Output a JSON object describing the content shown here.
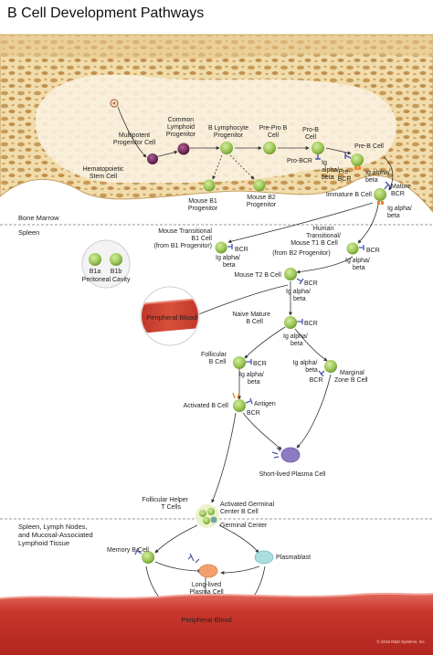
{
  "title": "B Cell Development Pathways",
  "regions": {
    "bone_marrow": "Bone Marrow",
    "spleen": "Spleen",
    "lymphoid": [
      "Spleen, Lymph Nodes,",
      "and Mucosal-Associated",
      "Lymphoid Tissue"
    ]
  },
  "labels": {
    "hsc": [
      "Hematopoietic",
      "Stem Cell"
    ],
    "mpp": [
      "Multipotent",
      "Progenitor Cell"
    ],
    "clp": [
      "Common",
      "Lymphoid",
      "Progenitor"
    ],
    "blp": [
      "B Lymphocyte",
      "Progenitor"
    ],
    "preprob": [
      "Pre-Pro B",
      "Cell"
    ],
    "prob": [
      "Pro-B",
      "Cell"
    ],
    "preb": "Pre-B Cell",
    "pro_bcr": "Pro-BCR",
    "ig_ab": [
      "Ig",
      "alpha/",
      "beta"
    ],
    "pre_bcr": [
      "Pre-",
      "BCR"
    ],
    "ig_ab2": [
      "Ig alpha/",
      "beta"
    ],
    "b1prog": [
      "Mouse B1",
      "Progenitor"
    ],
    "b2prog": [
      "Mouse B2",
      "Progenitor"
    ],
    "mature_bcr": [
      "Mature",
      "BCR"
    ],
    "immature": "Immature B Cell",
    "ig_ab3": [
      "Ig alpha/",
      "beta"
    ],
    "b1a": "B1a",
    "b1b": "B1b",
    "peritoneal": "Peritoneal Cavity",
    "mouse_t1": [
      "Mouse Transitional",
      "B1 Cell",
      "(from B1 Progenitor)"
    ],
    "human_t1": [
      "Human",
      "Transitional/",
      "Mouse T1 B Cell",
      "(from B2 Progenitor)"
    ],
    "bcr": "BCR",
    "ig_ab4": [
      "Ig alpha/",
      "beta"
    ],
    "t2": "Mouse T2 B Cell",
    "peripheral1": "Peripheral Blood",
    "naive": [
      "Naive Mature",
      "B Cell"
    ],
    "follicular": [
      "Follicular",
      "B Cell"
    ],
    "marginal": [
      "Marginal",
      "Zone B Cell"
    ],
    "activated": "Activated B Cell",
    "antigen": "Antigen",
    "plasma_short": "Short-lived Plasma Cell",
    "tfh": [
      "Follicular Helper",
      "T Cells"
    ],
    "gc_b": [
      "Activated Germinal",
      "Center B Cell"
    ],
    "gc": "Germinal Center",
    "memory": "Memory B Cell",
    "plasmablast": "Plasmablast",
    "plasma_long": [
      "Long-lived",
      "Plasma Cell"
    ],
    "peripheral2": "Peripheral Blood",
    "copyright": "© 2016 R&D Systems, Inc."
  },
  "colors": {
    "bone": "#e9cf97",
    "bone_dark": "#b98743",
    "cell_green": "#9cc95a",
    "cell_green_dark": "#6f9b33",
    "cell_purple": "#6b2657",
    "blood_red": "#c9362c",
    "plasma_purple": "#8c7bc2",
    "plasma_orange": "#f2a06e",
    "plasmablast_teal": "#a9dde0",
    "receptor_blue": "#4a56a6",
    "receptor_orange": "#e7862a"
  }
}
